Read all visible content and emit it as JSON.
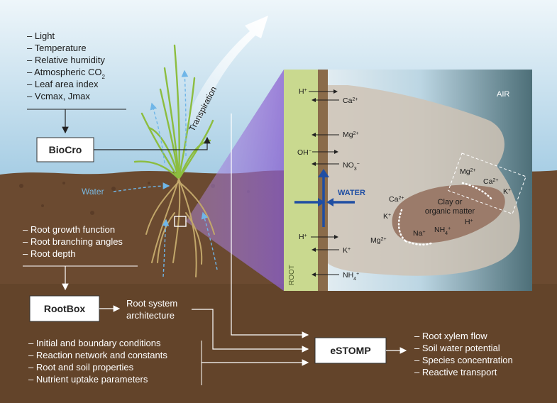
{
  "inputs_top": [
    "Light",
    "Temperature",
    "Relative humidity",
    "Atmospheric CO",
    "Leaf area index",
    "Vcmax, Jmax"
  ],
  "co2_subscript": "2",
  "models": {
    "biocro": "BioCro",
    "rootbox": "RootBox",
    "estomp": "eSTOMP"
  },
  "transpiration": "Transpiration",
  "water_label": "Water",
  "root_inputs": [
    "Root growth function",
    "Root branching angles",
    "Root depth"
  ],
  "root_output": [
    "Root system",
    "architecture"
  ],
  "estomp_inputs": [
    "Initial and boundary conditions",
    "Reaction network and constants",
    "Root and soil properties",
    "Nutrient uptake parameters"
  ],
  "estomp_outputs": [
    "Root xylem flow",
    "Soil water potential",
    "Species concentration",
    "Reactive transport"
  ],
  "inset": {
    "air": "AIR",
    "root": "ROOT",
    "water": "WATER",
    "clay_line1": "Clay or",
    "clay_line2": "organic matter",
    "ions": {
      "h": "H",
      "h_sup": "+",
      "ca": "Ca",
      "ca_sup": "2+",
      "mg": "Mg",
      "mg_sup": "2+",
      "oh": "OH",
      "oh_sup": "−",
      "no": "NO",
      "no_sub": "3",
      "no_sup": "−",
      "k": "K",
      "k_sup": "+",
      "nh": "NH",
      "nh_sub": "4",
      "nh_sup": "+",
      "na": "Na",
      "na_sup": "+"
    }
  },
  "colors": {
    "sky_top": "#e8f2f8",
    "sky_bottom": "#a9cfe6",
    "soil": "#6b4a30",
    "soil_deep": "#5a3d26",
    "root_zone": "#c9d98f",
    "root_stem": "#8a6b4a",
    "clay": "#9b7b6a",
    "water_arrow": "#1f4ea3"
  }
}
